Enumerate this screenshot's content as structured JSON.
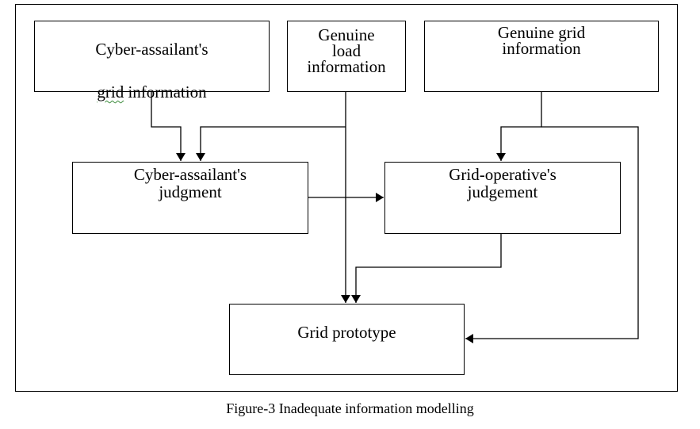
{
  "diagram": {
    "boxes": {
      "cyber_grid_info": {
        "line1": "Cyber-assailant's",
        "line2_word1": "grid",
        "line2_rest": " information"
      },
      "genuine_load_info": {
        "label": "Genuine\nload\ninformation"
      },
      "genuine_grid_info": {
        "label": "Genuine grid\ninformation"
      },
      "cyber_judgment": {
        "label": "Cyber-assailant's\njudgment"
      },
      "operative_judgement": {
        "label": "Grid-operative's\njudgement"
      },
      "grid_prototype": {
        "label": "Grid prototype"
      }
    },
    "line_color": "#000000",
    "spellcheck_underline_color": "#3a8a3a"
  },
  "caption": "Figure-3 Inadequate information modelling"
}
